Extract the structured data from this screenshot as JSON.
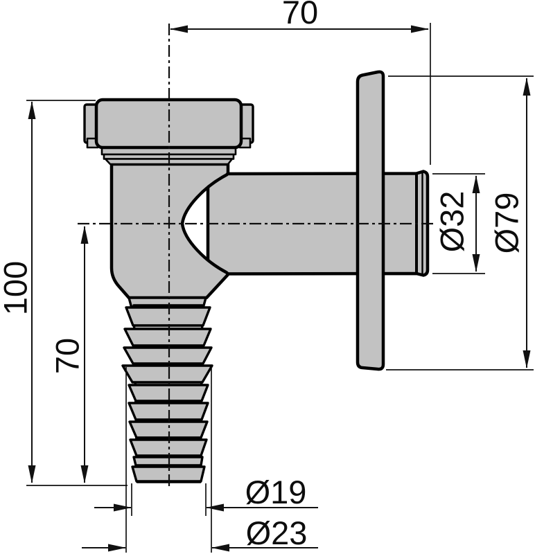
{
  "drawing": {
    "type": "technical-dimension-drawing",
    "subject": "wall-mounted outdoor siphon / hose bib, side elevation with dimensions",
    "dimensions": {
      "top_width": {
        "label": "70",
        "meaning": "horizontal distance from body centerline to pipe end"
      },
      "overall_height": {
        "label": "100",
        "meaning": "overall height from nut top to hose barb tip"
      },
      "spout_height": {
        "label": "70",
        "meaning": "height from pipe centerline to hose barb tip"
      },
      "pipe_diameter": {
        "label": "Ø32",
        "meaning": "outlet pipe diameter"
      },
      "flange_diameter": {
        "label": "Ø79",
        "meaning": "wall flange diameter"
      },
      "barb_tip_diameter": {
        "label": "Ø19",
        "meaning": "hose barb small diameter"
      },
      "barb_outer_diameter": {
        "label": "Ø23",
        "meaning": "hose barb large diameter"
      }
    }
  },
  "colors": {
    "part-fill": "#c2c2c2",
    "line": "#000000",
    "dim": "#111111",
    "bg": "#ffffff"
  }
}
